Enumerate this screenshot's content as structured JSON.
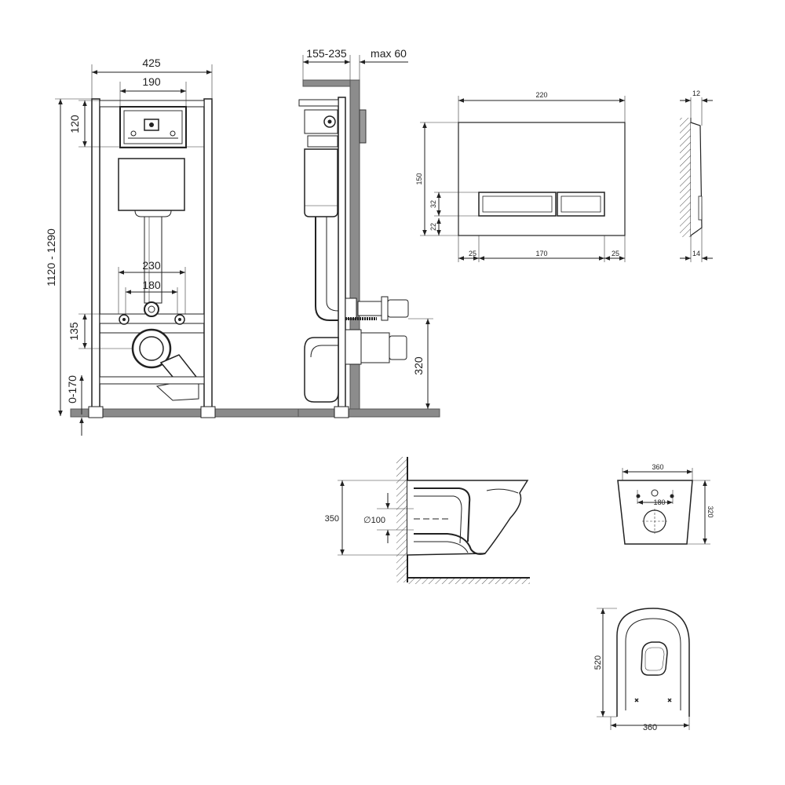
{
  "front_frame": {
    "width": "425",
    "panel_width": "190",
    "panel_height": "120",
    "total_height": "1120 - 1290",
    "stud_spacing_outer": "230",
    "stud_spacing_inner": "180",
    "outlet_height": "135",
    "leg_adjust": "0-170"
  },
  "side_frame": {
    "depth": "155-235",
    "max_wall": "max 60",
    "outlet_floor_height": "320"
  },
  "flush_plate": {
    "width": "220",
    "height": "150",
    "button_height": "32",
    "button_offset": "22",
    "margin_left": "25",
    "button_span": "170",
    "margin_right": "25",
    "thickness_top": "12",
    "thickness_bottom": "14"
  },
  "bowl_side": {
    "height": "350",
    "outlet_diameter": "∅100"
  },
  "bowl_back": {
    "width": "360",
    "bolt_spacing": "180",
    "height": "320"
  },
  "bowl_top": {
    "length": "520",
    "width": "360"
  }
}
